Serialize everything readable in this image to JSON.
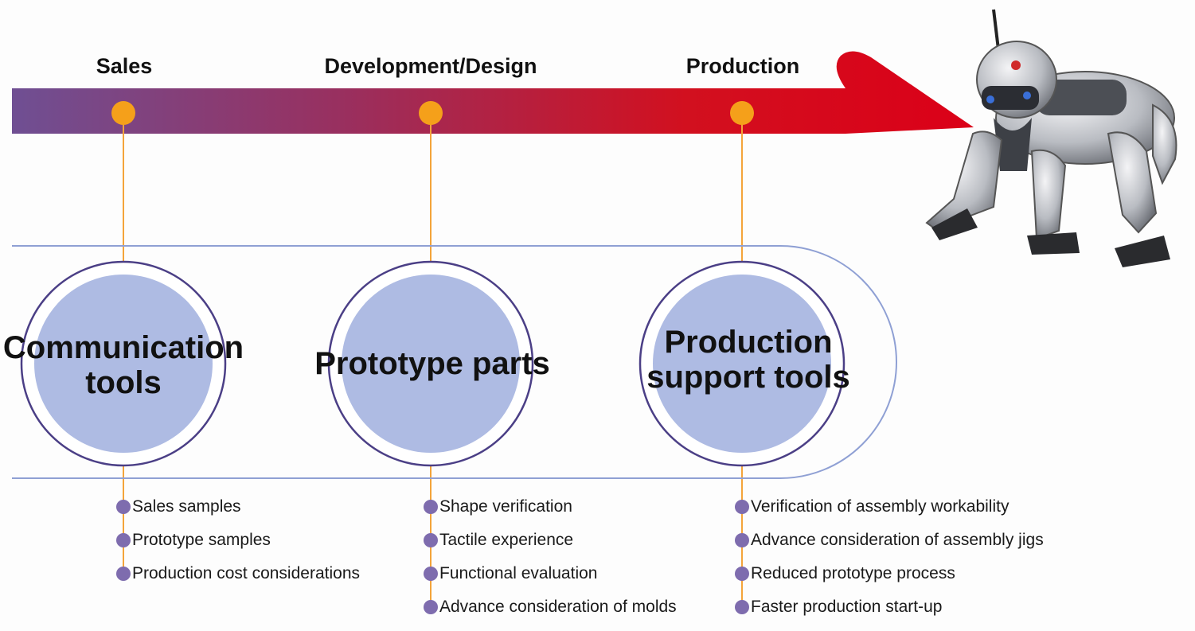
{
  "phases": [
    {
      "label": "Sales"
    },
    {
      "label": "Development/Design"
    },
    {
      "label": "Production"
    }
  ],
  "categories": [
    {
      "title_line1": "Communication",
      "title_line2": "tools"
    },
    {
      "title_line1": "Prototype parts",
      "title_line2": ""
    },
    {
      "title_line1": "Production",
      "title_line2": "support tools"
    }
  ],
  "benefits": [
    [
      "Sales samples",
      "Prototype samples",
      "Production cost considerations"
    ],
    [
      "Shape verification",
      "Tactile experience",
      "Functional evaluation",
      "Advance consideration of molds"
    ],
    [
      "Verification of assembly workability",
      "Advance consideration of assembly jigs",
      "Reduced prototype process",
      "Faster production start-up"
    ]
  ],
  "colors": {
    "arrow_start": "#6f4f93",
    "arrow_end": "#d6001c",
    "milestone_dot": "#f5a01a",
    "connector": "#f4a43a",
    "circle_fill": "#aebbe3",
    "circle_ring": "#4b3f86",
    "bullet": "#7e6cae",
    "band_line": "#8fa0d4"
  },
  "illustration": {
    "icon": "robot-dog-icon"
  }
}
